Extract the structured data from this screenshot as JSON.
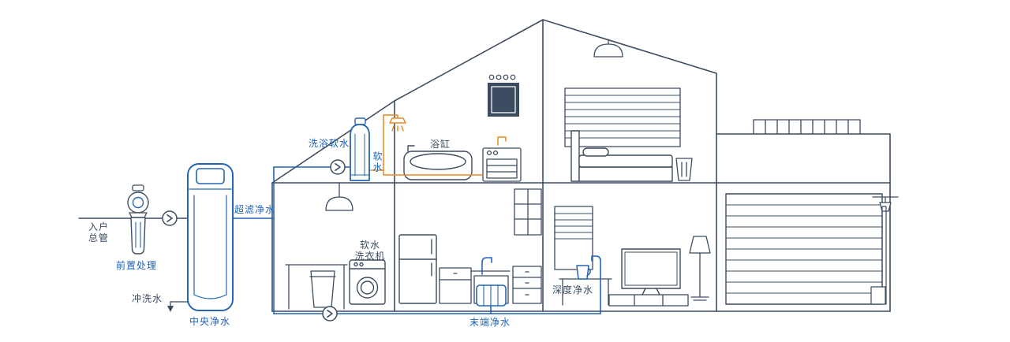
{
  "labels": {
    "inlet_main": "入户\n总管",
    "pre_treatment": "前置处理",
    "flush_water": "冲洗水",
    "central_purify": "中央净水",
    "ultra_filtration": "超滤净水",
    "bath_soft_water": "洗浴软水",
    "soft_water": "软水",
    "bathtub": "浴缸",
    "soft_washer": "软水\n洗衣机",
    "terminal_purify": "末端净水",
    "deep_purify": "深度净水"
  },
  "colors": {
    "structure_line": "#3c4c60",
    "device_blue": "#2465b4",
    "pipe_hot_orange": "#e8891e",
    "label_blue": "#1f62b8",
    "label_dark": "#3c4c60"
  }
}
